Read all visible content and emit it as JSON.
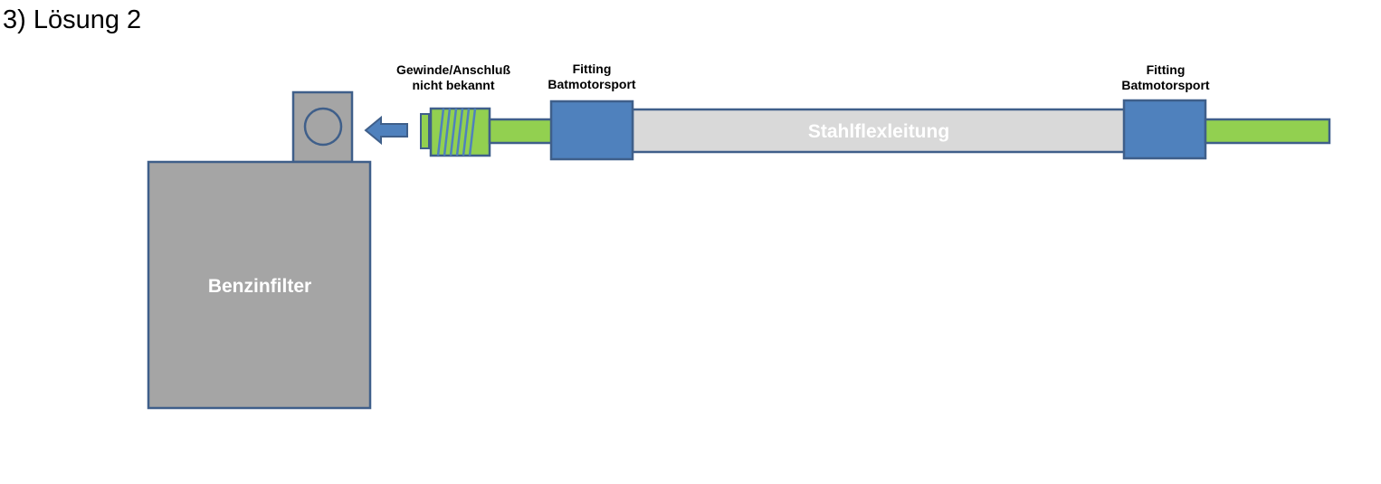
{
  "title": "3) Lösung 2",
  "labels": {
    "gewinde_line1": "Gewinde/Anschluß",
    "gewinde_line2": "nicht bekannt",
    "fitting_left_line1": "Fitting",
    "fitting_left_line2": "Batmotorsport",
    "fitting_right_line1": "Fitting",
    "fitting_right_line2": "Batmotorsport"
  },
  "components": {
    "filter": "Benzinfilter",
    "hose": "Stahlflexleitung"
  },
  "colors": {
    "outline": "#3f5f8a",
    "filter_fill": "#a5a5a5",
    "fitting_fill": "#4f81bd",
    "pipe_fill": "#92d050",
    "hose_fill": "#d9d9d9",
    "arrow_fill": "#4f81bd"
  }
}
